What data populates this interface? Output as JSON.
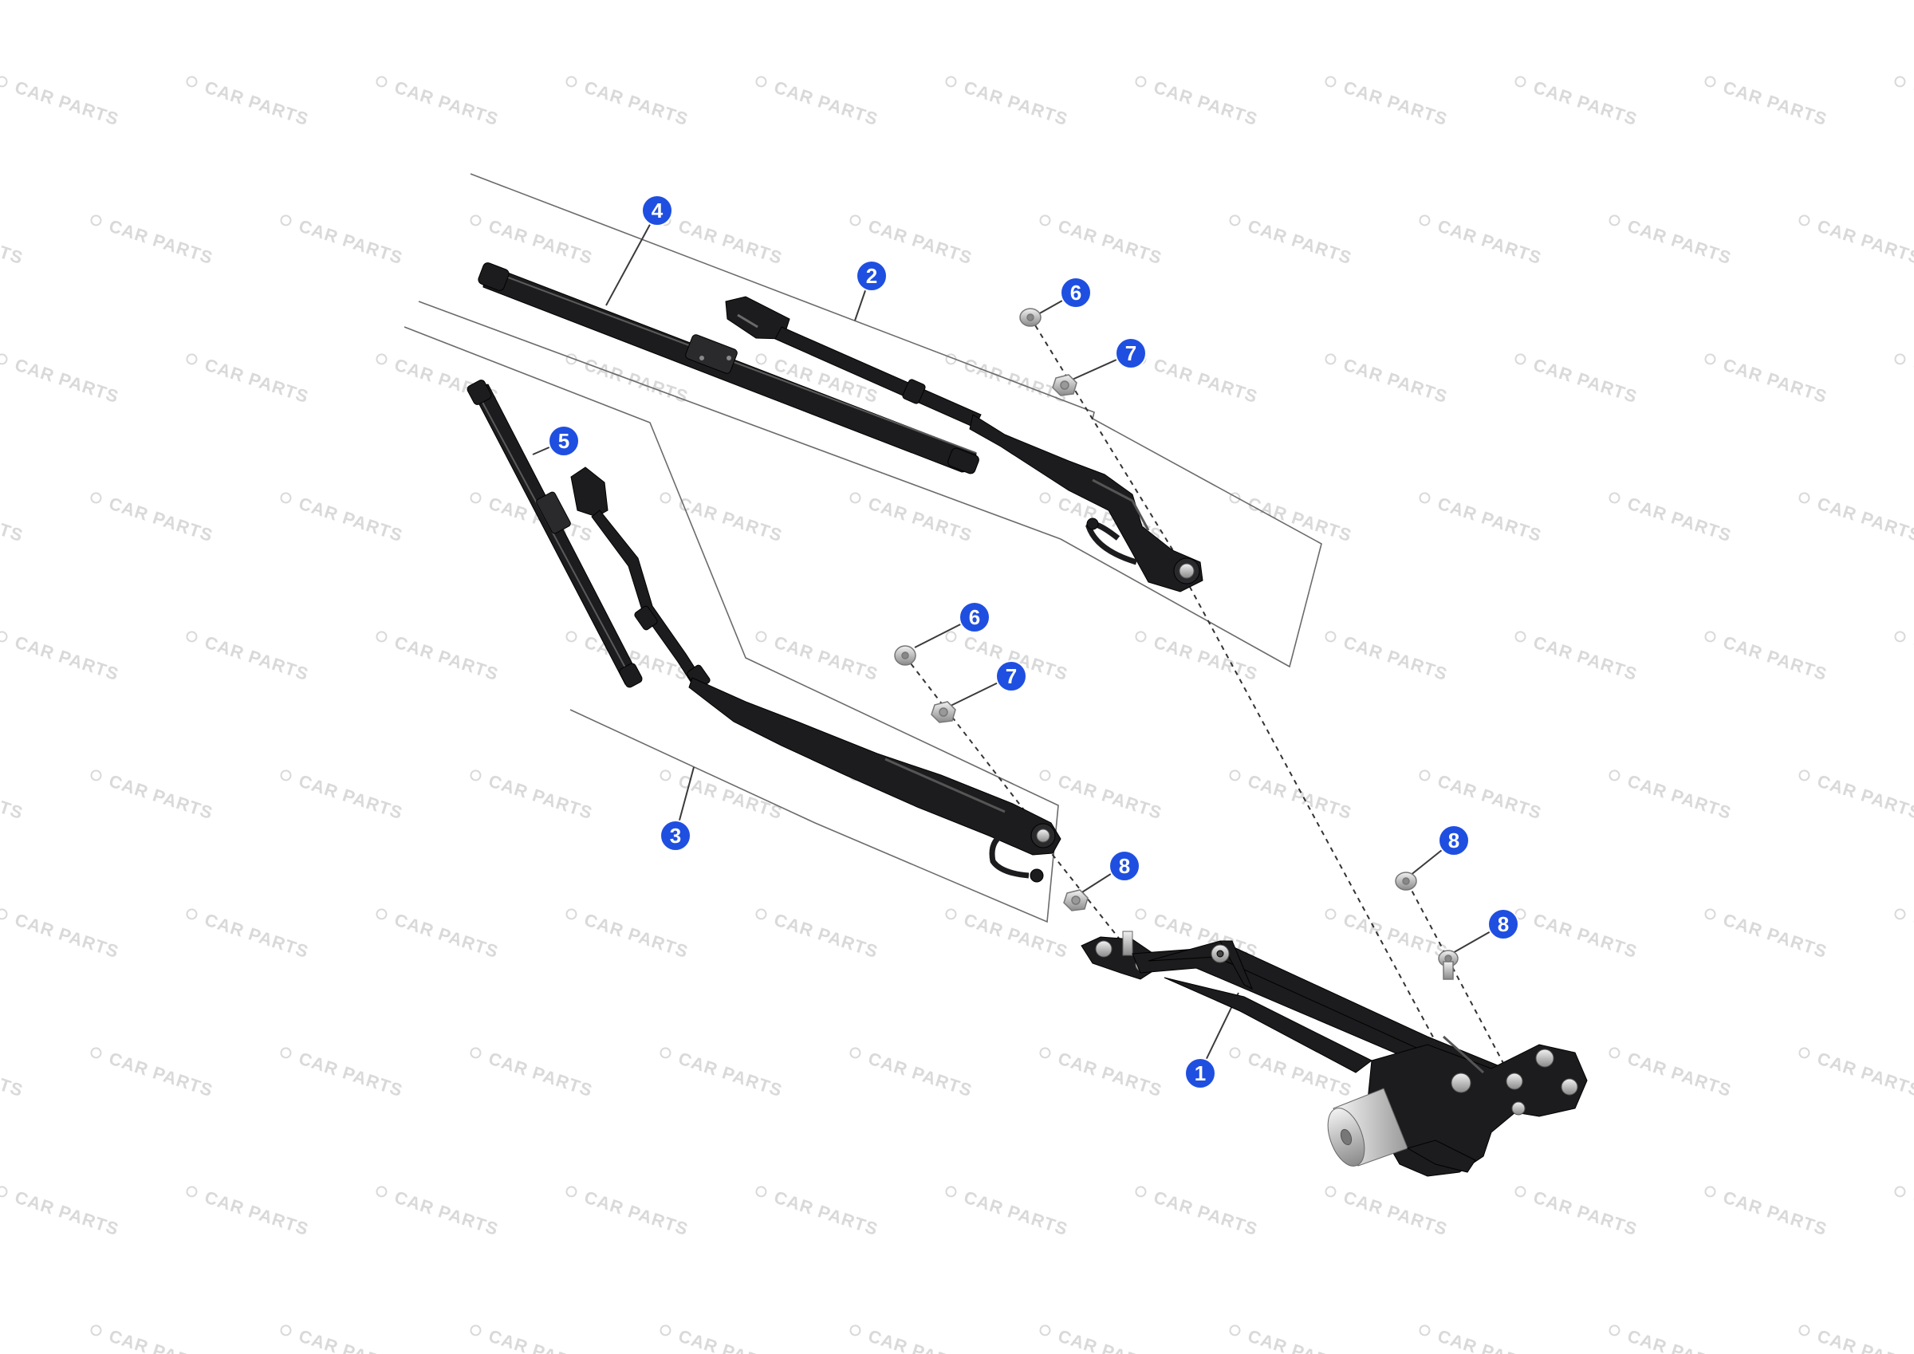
{
  "watermark": {
    "text": "CAR PARTS",
    "color": "#d9d9d9"
  },
  "colors": {
    "callout": "#1f4fe0",
    "part": "#1c1c1e",
    "frame": "#6b6b6b",
    "leader": "#3a3a3a",
    "fastener": "#c9c9c9"
  },
  "callouts": [
    {
      "id": "c1",
      "label": "1",
      "part": "wiper-motor-linkage"
    },
    {
      "id": "c2",
      "label": "2",
      "part": "right-wiper-arm"
    },
    {
      "id": "c3",
      "label": "3",
      "part": "left-wiper-arm"
    },
    {
      "id": "c4",
      "label": "4",
      "part": "right-wiper-blade"
    },
    {
      "id": "c5",
      "label": "5",
      "part": "left-wiper-blade"
    },
    {
      "id": "c6a",
      "label": "6",
      "part": "cap-nut-upper"
    },
    {
      "id": "c7a",
      "label": "7",
      "part": "nut-upper"
    },
    {
      "id": "c6b",
      "label": "6",
      "part": "cap-nut-lower"
    },
    {
      "id": "c7b",
      "label": "7",
      "part": "nut-lower"
    },
    {
      "id": "c8a",
      "label": "8",
      "part": "bolt-left-pivot"
    },
    {
      "id": "c8b",
      "label": "8",
      "part": "bolt-motor-upper"
    },
    {
      "id": "c8c",
      "label": "8",
      "part": "bolt-motor-lower"
    }
  ]
}
